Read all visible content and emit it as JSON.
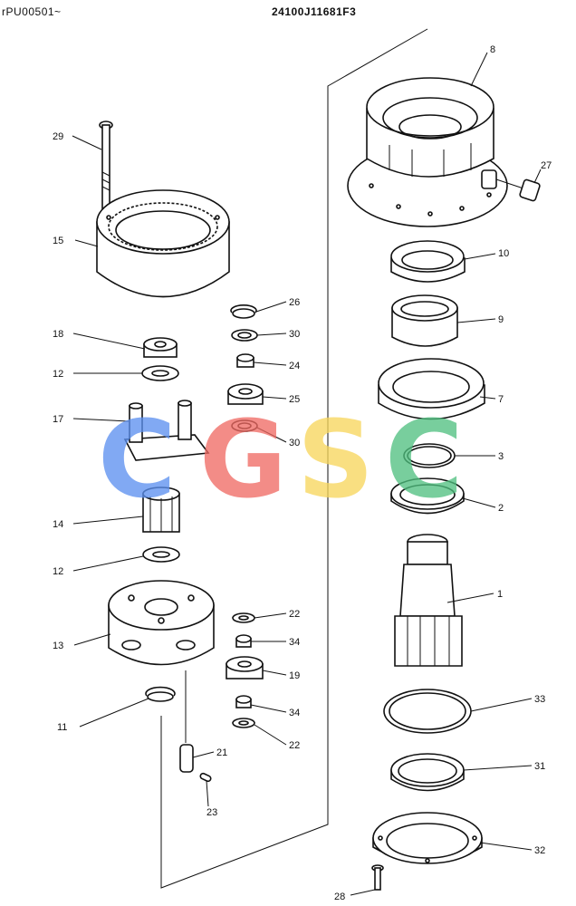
{
  "header": {
    "serial_range": "rPU00501~",
    "drawing_number": "24100J11681F3"
  },
  "watermark": {
    "letters": [
      "C",
      "G",
      "S",
      "C"
    ],
    "colors": [
      "#5b8ff0",
      "#f06a63",
      "#f7d65a",
      "#4fbf7f"
    ]
  },
  "callouts": {
    "p1": "1",
    "p2": "2",
    "p3": "3",
    "p7": "7",
    "p8": "8",
    "p9": "9",
    "p10": "10",
    "p11": "11",
    "p12a": "12",
    "p12b": "12",
    "p13": "13",
    "p14": "14",
    "p15": "15",
    "p17": "17",
    "p18": "18",
    "p19": "19",
    "p21": "21",
    "p22a": "22",
    "p22b": "22",
    "p23": "23",
    "p24": "24",
    "p25": "25",
    "p26": "26",
    "p27": "27",
    "p28": "28",
    "p29": "29",
    "p30a": "30",
    "p30b": "30",
    "p31": "31",
    "p32": "32",
    "p33": "33",
    "p34a": "34",
    "p34b": "34"
  }
}
